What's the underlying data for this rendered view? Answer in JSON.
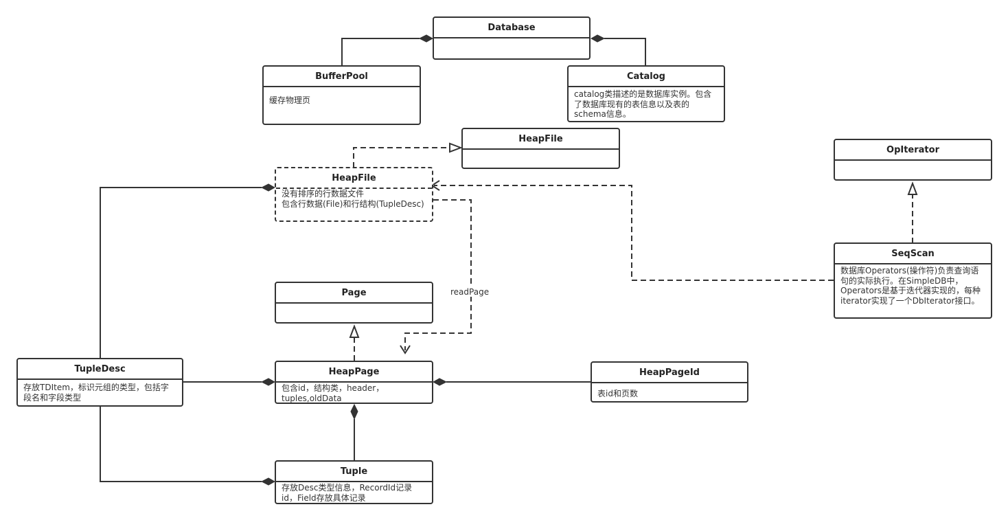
{
  "classes": {
    "database": {
      "title": "Database",
      "body": ""
    },
    "bufferpool": {
      "title": "BufferPool",
      "body": "缓存物理页"
    },
    "catalog": {
      "title": "Catalog",
      "body": "catalog类描述的是数据库实例。包含了数据库现有的表信息以及表的schema信息。"
    },
    "heapfile_iface": {
      "title": "HeapFile",
      "body": ""
    },
    "heapfile": {
      "title": "HeapFile",
      "body": "没有排序的行数据文件\n包含行数据(File)和行结构(TupleDesc)"
    },
    "opiterator": {
      "title": "OpIterator",
      "body": ""
    },
    "seqscan": {
      "title": "SeqScan",
      "body": "  数据库Operators(操作符)负责查询语句的实际执行。在SimpleDB中，Operators是基于迭代器实现的，每种iterator实现了一个DbIterator接口。"
    },
    "page": {
      "title": "Page",
      "body": ""
    },
    "tupledesc": {
      "title": "TupleDesc",
      "body": "存放TDItem，标识元组的类型，包括字段名和字段类型"
    },
    "heappage": {
      "title": "HeapPage",
      "body": "包含id，结构类，header，tuples,oldData"
    },
    "heappageid": {
      "title": "HeapPageId",
      "body": "表id和页数"
    },
    "tuple": {
      "title": "Tuple",
      "body": "存放Desc类型信息，RecordId记录id，Field存放具体记录"
    }
  },
  "labels": {
    "read_page": "readPage"
  },
  "colors": {
    "line": "#333333",
    "border": "#333333",
    "background": "#ffffff"
  }
}
